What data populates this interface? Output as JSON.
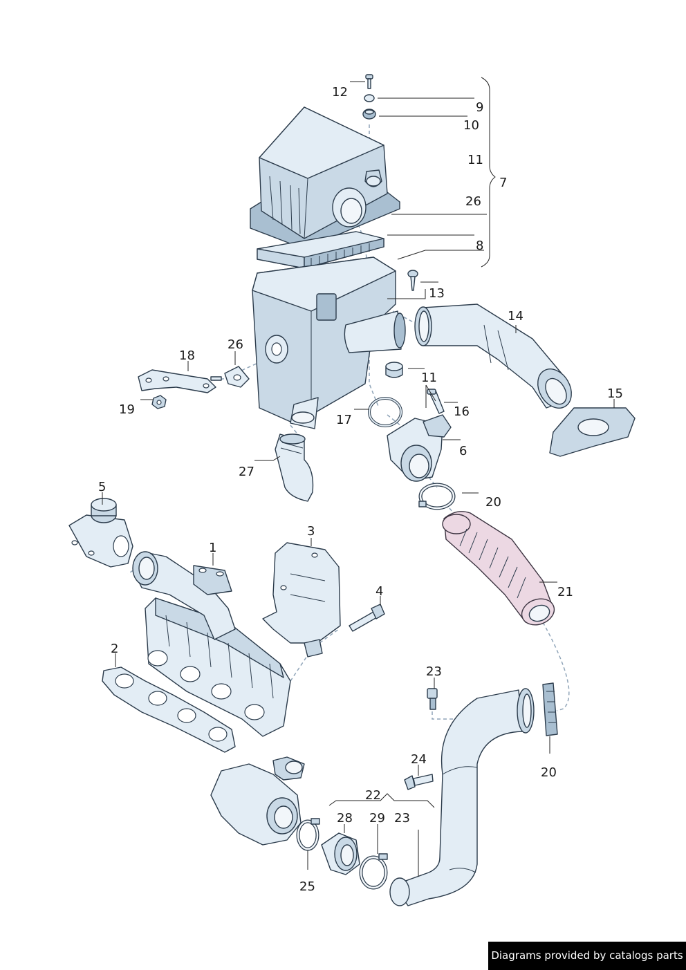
{
  "labels": {
    "l1": "1",
    "l2": "2",
    "l3": "3",
    "l4": "4",
    "l5": "5",
    "l6": "6",
    "l7": "7",
    "l8": "8",
    "l9": "9",
    "l10": "10",
    "l11a": "11",
    "l11b": "11",
    "l12": "12",
    "l13": "13",
    "l14": "14",
    "l15": "15",
    "l16": "16",
    "l17": "17",
    "l18": "18",
    "l19": "19",
    "l20a": "20",
    "l20b": "20",
    "l21": "21",
    "l22": "22",
    "l23a": "23",
    "l23b": "23",
    "l24": "24",
    "l25": "25",
    "l26a": "26",
    "l26b": "26",
    "l27": "27",
    "l28": "28",
    "l29": "29"
  },
  "credit": "Diagrams provided by catalogs parts"
}
